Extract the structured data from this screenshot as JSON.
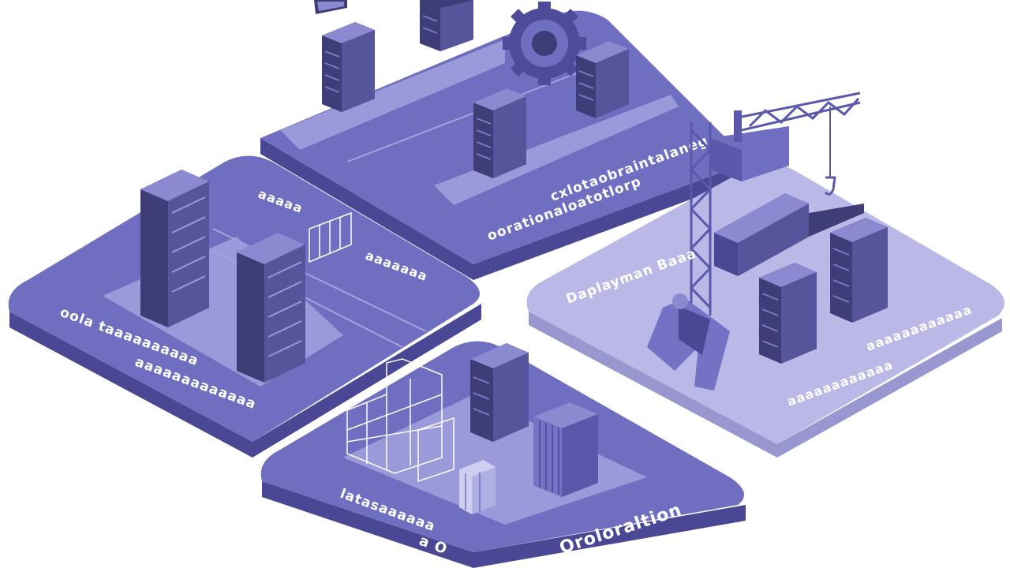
{
  "colors": {
    "background": "#ffffff",
    "tile_top": "#6f6ec0",
    "tile_side": "#4a4894",
    "tile_light_top": "#b9b8e6",
    "tile_light_side": "#9897cf",
    "server_front": "#3f3d78",
    "server_side": "#56549a",
    "server_top": "#8b89d0",
    "label_text": "#ffffff",
    "crane": "#5a58aa"
  },
  "labels": {
    "top_a": "cxlotaobraintalaneg",
    "top_b": "oorationaloatotlorp",
    "left_a": "aaaaa",
    "left_b": "aaaaaaa",
    "left_c": "oola taaaaaaaaaa",
    "left_d": "aaaaaaaaaaaaa",
    "right_a": "Daplayman Baaa",
    "right_b": "aaaaaaaaaaaa",
    "right_c": "aaaaaaaaaaaa",
    "bottom_a": "Oroloraltion",
    "bottom_b": "latasaaaaaa",
    "bottom_c": "a O"
  },
  "icons": [
    "gear-icon",
    "crane-icon",
    "person-icon",
    "server-rack-icon"
  ]
}
